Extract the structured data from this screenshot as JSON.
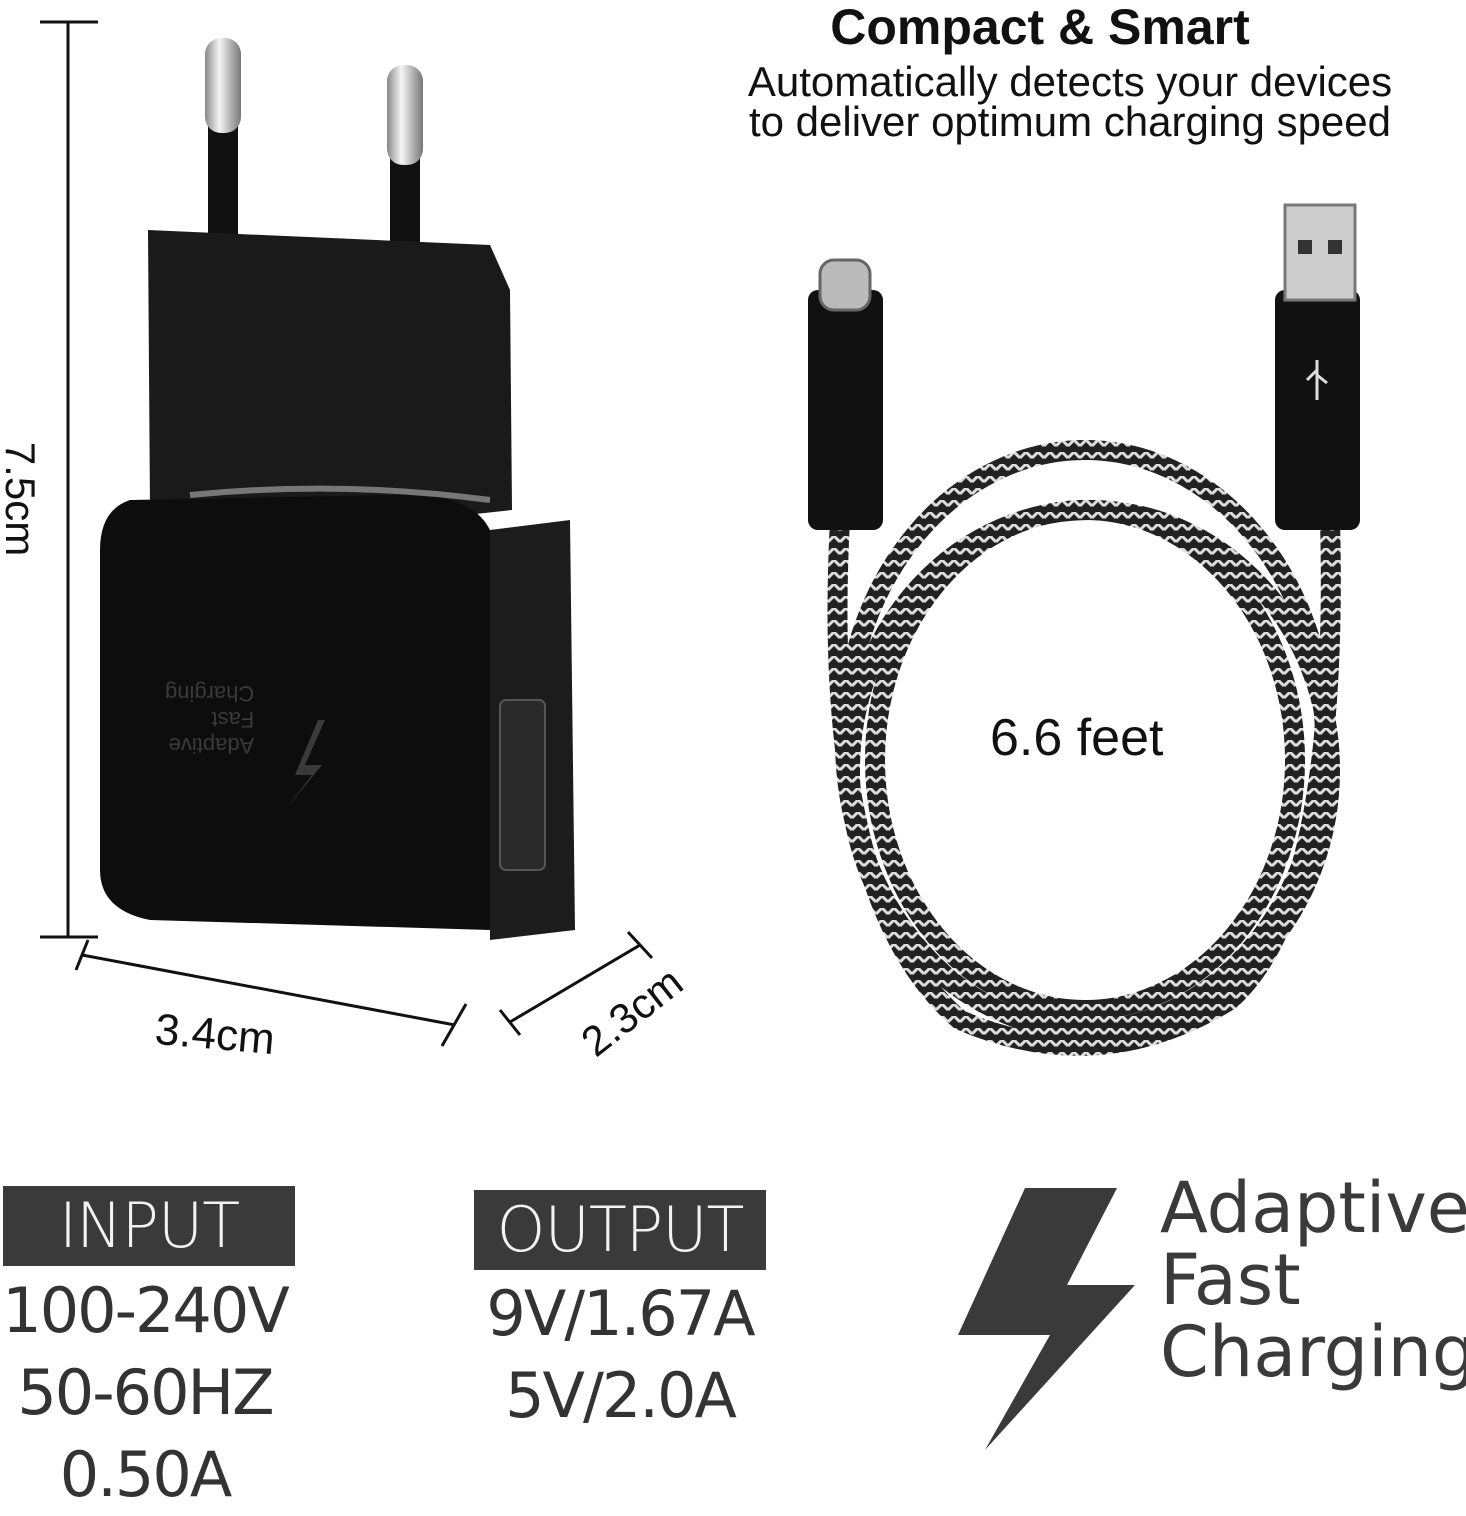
{
  "header": {
    "title": "Compact & Smart",
    "subtitle_line1": "Automatically detects your devices",
    "subtitle_line2": "to deliver optimum charging speed"
  },
  "dimensions": {
    "height": "7.5cm",
    "width": "3.4cm",
    "depth": "2.3cm"
  },
  "cable": {
    "length": "6.6 feet"
  },
  "charger_logo": {
    "line1": "Adaptive",
    "line2": "Fast",
    "line3": "Charging"
  },
  "input": {
    "label": "INPUT",
    "values": [
      "100-240V",
      "50-60HZ",
      "0.50A"
    ]
  },
  "output": {
    "label": "OUTPUT",
    "values": [
      "9V/1.67A",
      "5V/2.0A"
    ]
  },
  "badge": {
    "line1": "Adaptive",
    "line2": "Fast",
    "line3": "Charging"
  },
  "colors": {
    "spec_box": "#3a3a3a",
    "charger": "#0d0d0d"
  }
}
